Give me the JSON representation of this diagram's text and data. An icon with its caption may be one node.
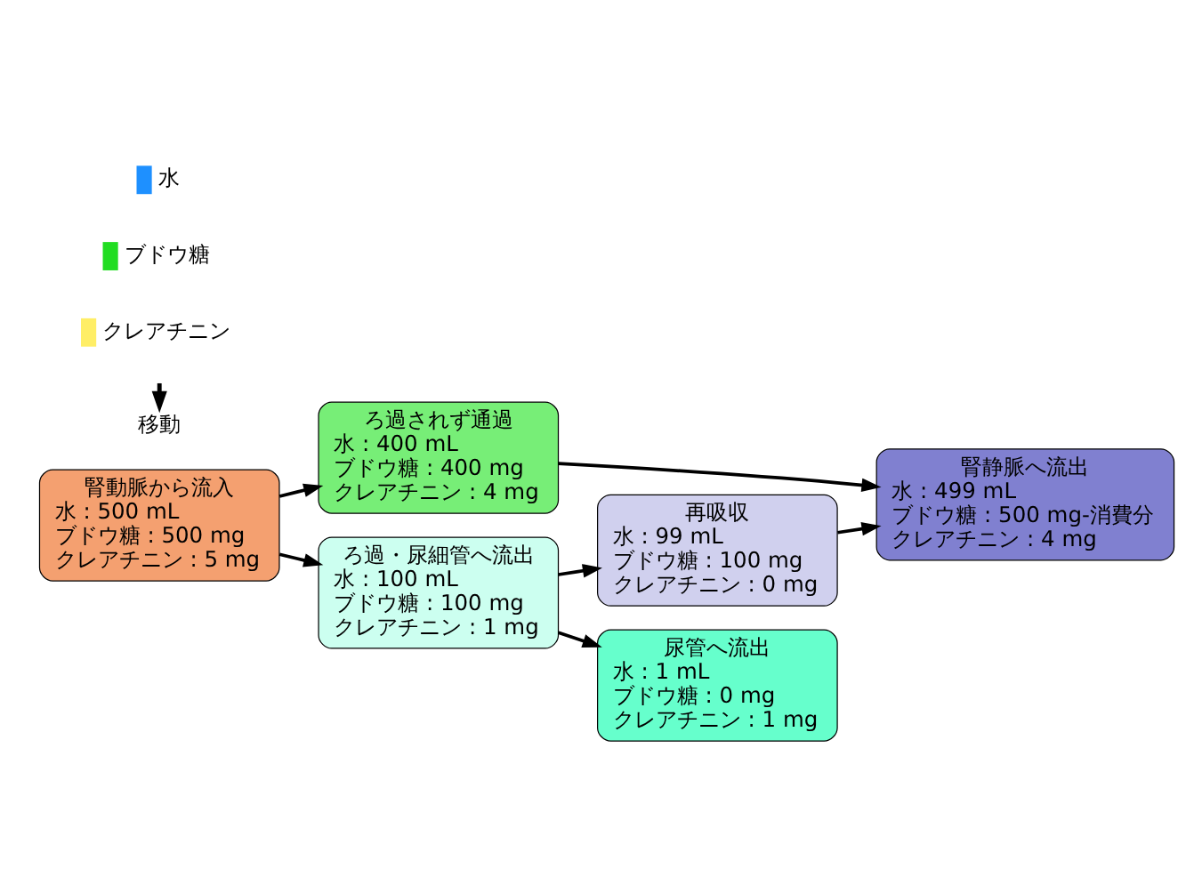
{
  "diagram": {
    "nodes": [
      {
        "text": [
          "腎動脈から流入",
          "水 : 500 mL",
          "ブドウ糖 : 500 mg",
          "クレアチニン : 5 mg"
        ]
      },
      {
        "text": [
          "ろ過されず通過",
          "水 : 400 mL",
          "ブドウ糖 : 400 mg",
          "クレアチニン : 4 mg"
        ]
      },
      {
        "text": [
          "ろ過・尿細管へ流出",
          "水 : 100 mL",
          "ブドウ糖 : 100 mg",
          "クレアチニン : 1 mg"
        ]
      },
      {
        "text": [
          "再吸収",
          "水 : 99 mL",
          "ブドウ糖 : 100 mg",
          "クレアチニン : 0 mg"
        ]
      },
      {
        "text": [
          "腎静脈へ流出",
          "水 : 499 mL",
          "ブドウ糖 : 500 mg-消費分",
          "クレアチニン : 4 mg"
        ]
      },
      {
        "text": [
          "尿管へ流出",
          "水 : 1 mL",
          "ブドウ糖 : 0 mg",
          "クレアチニン : 1 mg"
        ]
      }
    ],
    "edges": [
      {
        "from": 0,
        "to": 1,
        "arrow": "to"
      },
      {
        "from": 0,
        "to": 2,
        "arrow": "to"
      },
      {
        "from": 1,
        "to": 4,
        "arrow": "to"
      },
      {
        "from": 2,
        "to": 3,
        "arrow": "to"
      },
      {
        "from": 3,
        "to": 4,
        "arrow": "to"
      },
      {
        "from": 2,
        "to": 5,
        "arrow": "to"
      }
    ],
    "legend": [
      {
        "text": "水",
        "color": "#1e90ff"
      },
      {
        "text": "ブドウ糖",
        "color": "#22dd22"
      },
      {
        "text": "クレアチニン",
        "color": "#ffee66"
      },
      {
        "text": "移動"
      }
    ]
  }
}
